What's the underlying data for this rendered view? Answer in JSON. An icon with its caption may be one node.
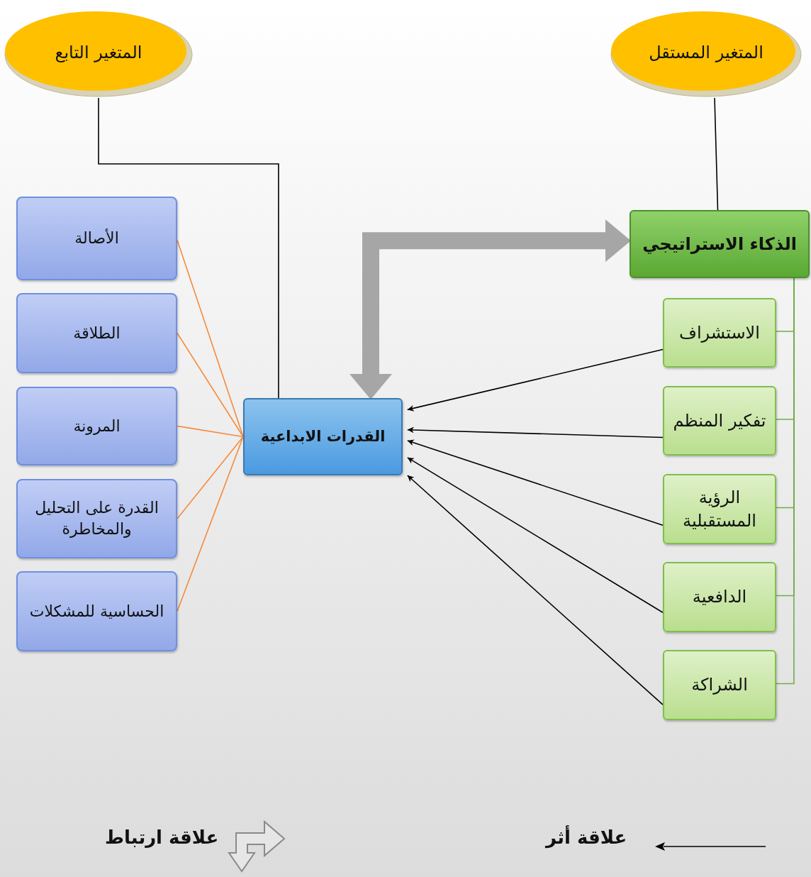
{
  "diagram": {
    "nodes": [
      {
        "text": [
          "المتغير التابع"
        ]
      },
      {
        "text": [
          "المتغير المستقل"
        ]
      },
      {
        "text": [
          "الذكاء الاستراتيجي"
        ]
      },
      {
        "text": [
          "الاستشراف"
        ]
      },
      {
        "text": [
          "تفكير المنظم"
        ]
      },
      {
        "text": [
          "الرؤية المستقبلية"
        ]
      },
      {
        "text": [
          "الدافعية"
        ]
      },
      {
        "text": [
          "الشراكة"
        ]
      },
      {
        "text": [
          "القدرات الابداعية"
        ]
      },
      {
        "text": [
          "الأصالة"
        ]
      },
      {
        "text": [
          "الطلاقة"
        ]
      },
      {
        "text": [
          "المرونة"
        ]
      },
      {
        "text": [
          "القدرة على التحليل والمخاطرة"
        ]
      },
      {
        "text": [
          "الحساسية للمشكلات"
        ]
      }
    ],
    "edges": [
      {
        "from": 0,
        "to": 8,
        "arrow": "none"
      },
      {
        "from": 1,
        "to": 2,
        "arrow": "none"
      },
      {
        "from": 2,
        "to": 3,
        "arrow": "none",
        "color": "#70ad47"
      },
      {
        "from": 2,
        "to": 4,
        "arrow": "none",
        "color": "#70ad47"
      },
      {
        "from": 2,
        "to": 5,
        "arrow": "none",
        "color": "#70ad47"
      },
      {
        "from": 2,
        "to": 6,
        "arrow": "none",
        "color": "#70ad47"
      },
      {
        "from": 2,
        "to": 7,
        "arrow": "none",
        "color": "#70ad47"
      },
      {
        "from": 3,
        "to": 8,
        "arrow": "to"
      },
      {
        "from": 4,
        "to": 8,
        "arrow": "to"
      },
      {
        "from": 5,
        "to": 8,
        "arrow": "to"
      },
      {
        "from": 6,
        "to": 8,
        "arrow": "to"
      },
      {
        "from": 7,
        "to": 8,
        "arrow": "to"
      },
      {
        "from": 9,
        "to": 8,
        "arrow": "none",
        "color": "#f58a3c"
      },
      {
        "from": 10,
        "to": 8,
        "arrow": "none",
        "color": "#f58a3c"
      },
      {
        "from": 11,
        "to": 8,
        "arrow": "none",
        "color": "#f58a3c"
      },
      {
        "from": 12,
        "to": 8,
        "arrow": "none",
        "color": "#f58a3c"
      },
      {
        "from": 13,
        "to": 8,
        "arrow": "none",
        "color": "#f58a3c"
      },
      {
        "from": 8,
        "to": 2,
        "arrow": "both",
        "style": "thick",
        "color": "#a6a6a6"
      }
    ],
    "legend": [
      {
        "text": "علاقة أثر"
      },
      {
        "text": "علاقة ارتباط"
      }
    ]
  }
}
